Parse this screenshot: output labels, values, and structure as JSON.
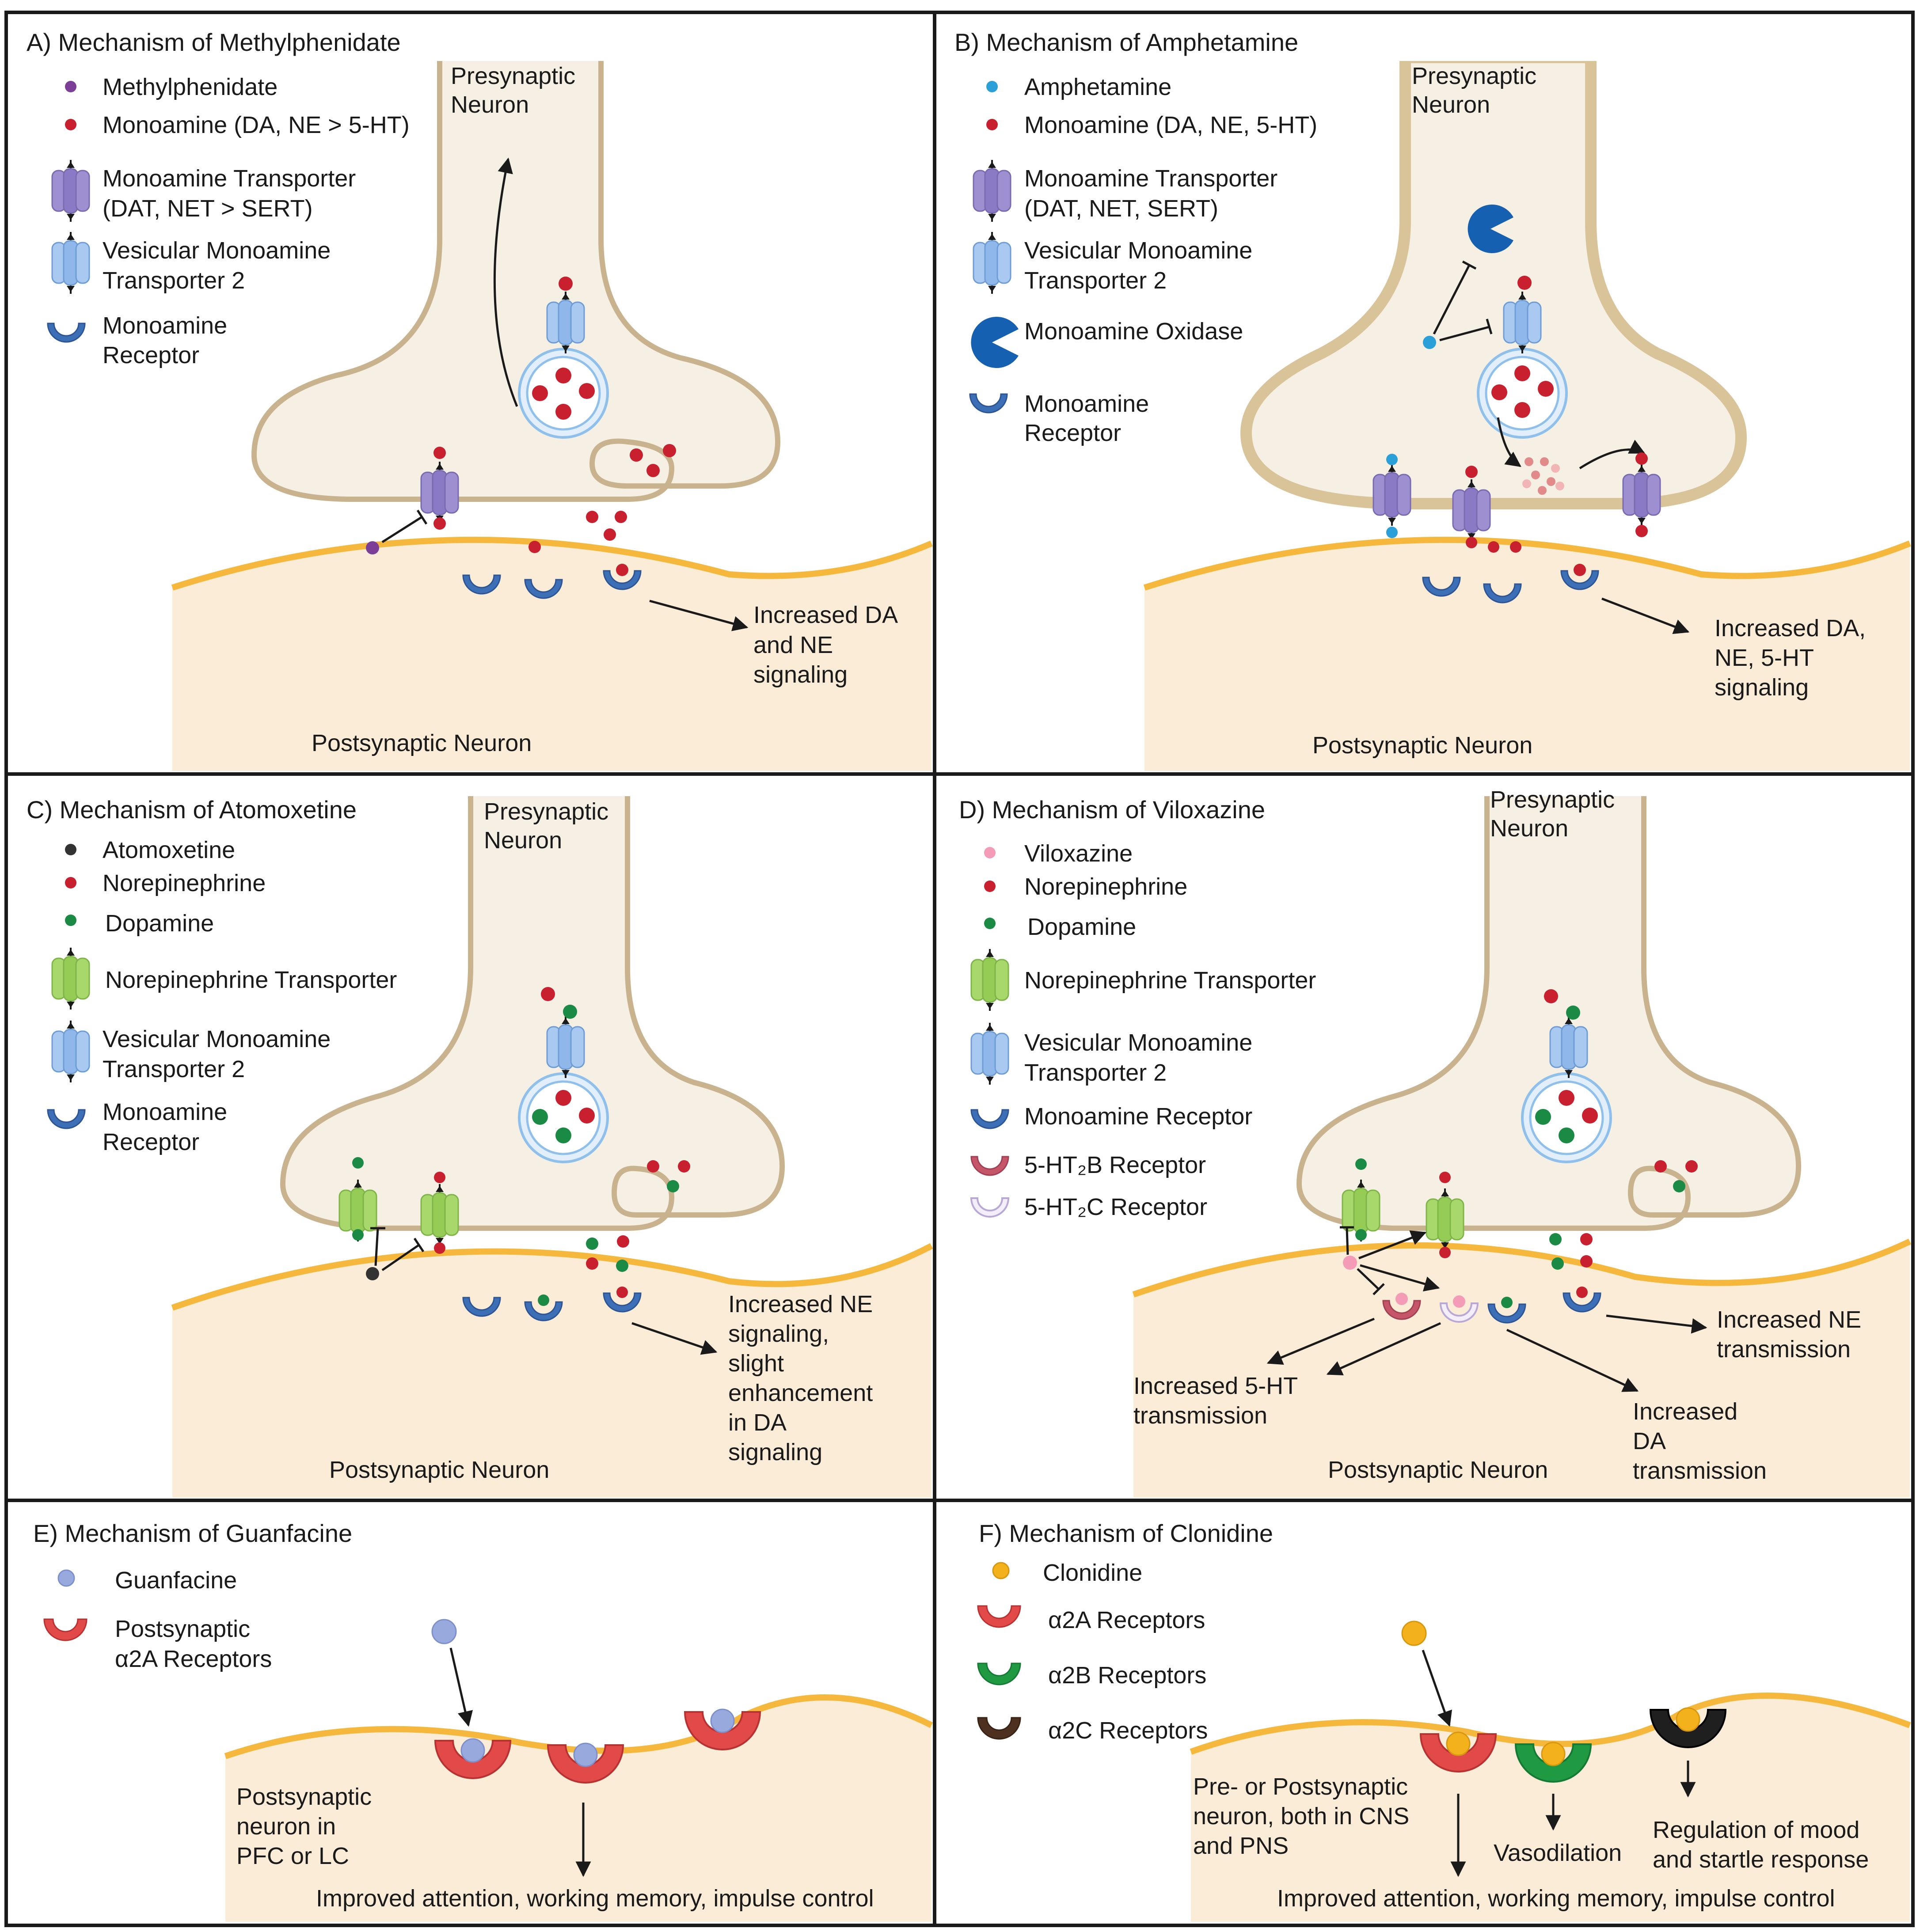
{
  "colors": {
    "membrane_pre_fill": "#f6f0e4",
    "membrane_pre_stroke": "#c9b38e",
    "post_fill": "#fbecd8",
    "post_stroke": "#f5b83d",
    "monoamine": "#c8202f",
    "methylphenidate": "#7c3f98",
    "amphetamine": "#2a9fd8",
    "atomoxetine": "#333333",
    "dopamine": "#1a8a45",
    "viloxazine": "#f49bb7",
    "guanfacine": "#98a9dd",
    "clonidine": "#f3b21c",
    "mat": "#9e8fd1",
    "vmat": "#a9c9f1",
    "net": "#a8d86c",
    "mao": "#1560b0",
    "receptor_blue": "#3d6fb6",
    "a2a": "#e24a4a",
    "a2b": "#1f9a43",
    "a2c": "#4e3020",
    "ht2b": "#c5566a",
    "ht2c": "#d8cbe6"
  },
  "panel_a": {
    "title": "A) Mechanism of Methylphenidate",
    "legend": [
      "Methylphenidate",
      "Monoamine (DA, NE > 5-HT)",
      "Monoamine Transporter",
      "(DAT, NET > SERT)",
      "Vesicular Monoamine",
      "Transporter 2",
      "Monoamine",
      "Receptor"
    ],
    "pre": [
      "Presynaptic",
      "Neuron"
    ],
    "effect": [
      "Increased DA",
      "and NE",
      "signaling"
    ],
    "post": "Postsynaptic Neuron"
  },
  "panel_b": {
    "title": "B) Mechanism of Amphetamine",
    "legend": [
      "Amphetamine",
      "Monoamine (DA, NE, 5-HT)",
      "Monoamine Transporter",
      "(DAT, NET, SERT)",
      "Vesicular Monoamine",
      "Transporter 2",
      "Monoamine Oxidase",
      "Monoamine",
      "Receptor"
    ],
    "pre": [
      "Presynaptic",
      "Neuron"
    ],
    "effect": [
      "Increased DA,",
      "NE, 5-HT",
      "signaling"
    ],
    "post": "Postsynaptic Neuron"
  },
  "panel_c": {
    "title": "C) Mechanism of Atomoxetine",
    "legend": [
      "Atomoxetine",
      "Norepinephrine",
      "Dopamine",
      "Norepinephrine Transporter",
      "Vesicular Monoamine",
      "Transporter 2",
      "Monoamine",
      "Receptor"
    ],
    "pre": [
      "Presynaptic",
      "Neuron"
    ],
    "effect": [
      "Increased NE",
      "signaling,",
      "slight",
      "enhancement",
      "in DA",
      "signaling"
    ],
    "post": "Postsynaptic Neuron"
  },
  "panel_d": {
    "title": "D) Mechanism of Viloxazine",
    "legend": [
      "Viloxazine",
      "Norepinephrine",
      "Dopamine",
      "Norepinephrine Transporter",
      "Vesicular Monoamine",
      "Transporter 2",
      "Monoamine Receptor",
      "5-HT₂B Receptor",
      "5-HT₂C Receptor"
    ],
    "pre": [
      "Presynaptic",
      "Neuron"
    ],
    "effect_ne": [
      "Increased NE",
      "transmission"
    ],
    "effect_ht": [
      "Increased 5-HT",
      "transmission"
    ],
    "effect_da": [
      "Increased",
      "DA",
      "transmission"
    ],
    "post": "Postsynaptic Neuron"
  },
  "panel_e": {
    "title": "E) Mechanism of Guanfacine",
    "legend": [
      "Guanfacine",
      "Postsynaptic",
      "α2A Receptors"
    ],
    "post": [
      "Postsynaptic",
      "neuron in",
      "PFC or LC"
    ],
    "effect": "Improved attention, working memory, impulse control"
  },
  "panel_f": {
    "title": "F) Mechanism of Clonidine",
    "legend": [
      "Clonidine",
      "α2A Receptors",
      "α2B Receptors",
      "α2C Receptors"
    ],
    "post": [
      "Pre- or Postsynaptic",
      "neuron, both in CNS",
      "and PNS"
    ],
    "vaso": "Vasodilation",
    "mood": [
      "Regulation of mood",
      "and startle response"
    ],
    "effect": "Improved attention, working memory, impulse control"
  }
}
